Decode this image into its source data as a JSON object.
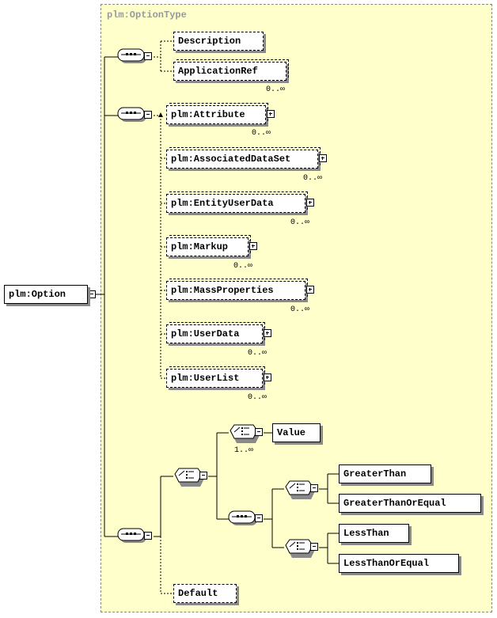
{
  "type_name": "plm:OptionType",
  "root": {
    "label": "plm:Option"
  },
  "elements": {
    "description": "Description",
    "application_ref": "ApplicationRef",
    "attribute": "plm:Attribute",
    "associated_data_set": "plm:AssociatedDataSet",
    "entity_user_data": "plm:EntityUserData",
    "markup": "plm:Markup",
    "mass_properties": "plm:MassProperties",
    "user_data": "plm:UserData",
    "user_list": "plm:UserList",
    "value": "Value",
    "greater_than": "GreaterThan",
    "greater_than_or_equal": "GreaterThanOrEqual",
    "less_than": "LessThan",
    "less_than_or_equal": "LessThanOrEqual",
    "default": "Default"
  },
  "cardinalities": {
    "application_ref": "0..∞",
    "attribute": "0..∞",
    "associated_data_set": "0..∞",
    "entity_user_data": "0..∞",
    "markup": "0..∞",
    "mass_properties": "0..∞",
    "user_data": "0..∞",
    "user_list": "0..∞",
    "value": "1..∞"
  },
  "compositors": {
    "sequence_icon": "sequence-compositor-icon",
    "choice_icon": "choice-compositor-icon"
  },
  "colors": {
    "type_background": "#ffffcc",
    "type_label": "#999999",
    "shadow": "#8a8a8a"
  }
}
